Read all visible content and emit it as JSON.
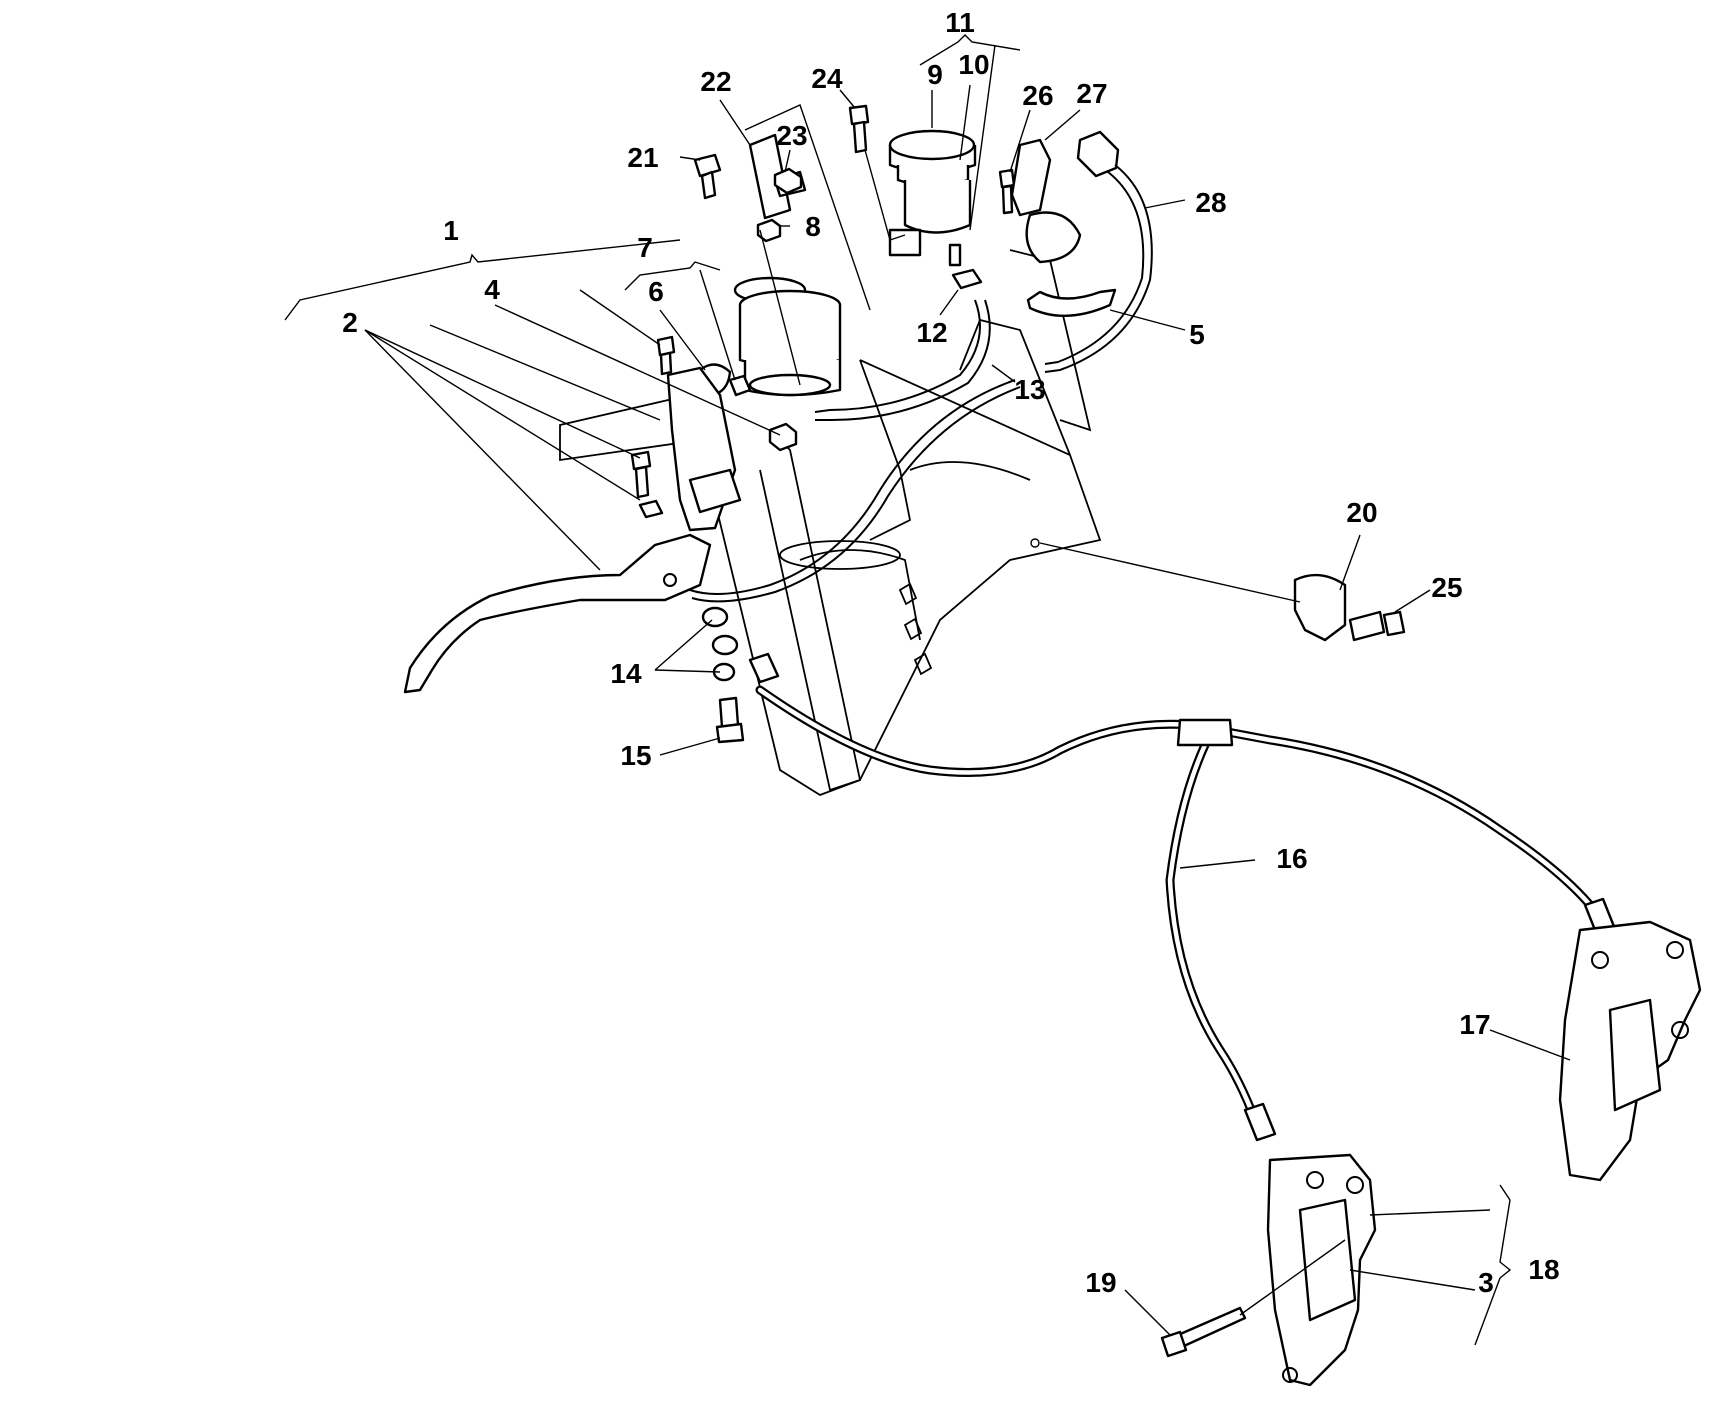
{
  "callouts": [
    {
      "id": "1",
      "text": "1"
    },
    {
      "id": "2",
      "text": "2"
    },
    {
      "id": "3",
      "text": "3"
    },
    {
      "id": "4",
      "text": "4"
    },
    {
      "id": "5",
      "text": "5"
    },
    {
      "id": "6",
      "text": "6"
    },
    {
      "id": "7",
      "text": "7"
    },
    {
      "id": "8",
      "text": "8"
    },
    {
      "id": "9",
      "text": "9"
    },
    {
      "id": "10",
      "text": "10"
    },
    {
      "id": "11",
      "text": "11"
    },
    {
      "id": "12",
      "text": "12"
    },
    {
      "id": "13",
      "text": "13"
    },
    {
      "id": "14",
      "text": "14"
    },
    {
      "id": "15",
      "text": "15"
    },
    {
      "id": "16",
      "text": "16"
    },
    {
      "id": "17",
      "text": "17"
    },
    {
      "id": "18",
      "text": "18"
    },
    {
      "id": "19",
      "text": "19"
    },
    {
      "id": "20",
      "text": "20"
    },
    {
      "id": "21",
      "text": "21"
    },
    {
      "id": "22",
      "text": "22"
    },
    {
      "id": "23",
      "text": "23"
    },
    {
      "id": "24",
      "text": "24"
    },
    {
      "id": "25",
      "text": "25"
    },
    {
      "id": "26",
      "text": "26"
    },
    {
      "id": "27",
      "text": "27"
    },
    {
      "id": "28",
      "text": "28"
    }
  ]
}
